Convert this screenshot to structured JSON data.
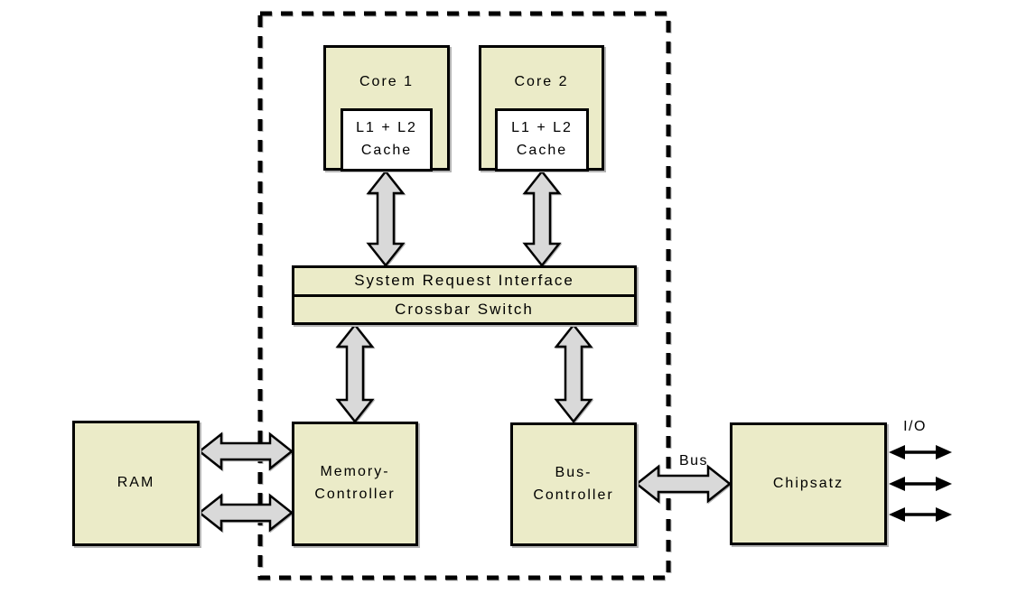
{
  "cpu": {
    "cores": [
      {
        "label": "Core 1",
        "cache_line1": "L1 + L2",
        "cache_line2": "Cache"
      },
      {
        "label": "Core 2",
        "cache_line1": "L1 + L2",
        "cache_line2": "Cache"
      }
    ],
    "sri_label": "System Request Interface",
    "crossbar_label": "Crossbar Switch",
    "memory_controller_line1": "Memory-",
    "memory_controller_line2": "Controller",
    "bus_controller_line1": "Bus-",
    "bus_controller_line2": "Controller"
  },
  "external": {
    "ram_label": "RAM",
    "chipset_label": "Chipsatz",
    "bus_label": "Bus",
    "io_label": "I/O"
  },
  "colors": {
    "box_fill": "#ebebc8",
    "arrow_fill": "#d9d9d9",
    "outline": "#000000",
    "shadow": "#b4b4b4",
    "background": "#ffffff"
  }
}
